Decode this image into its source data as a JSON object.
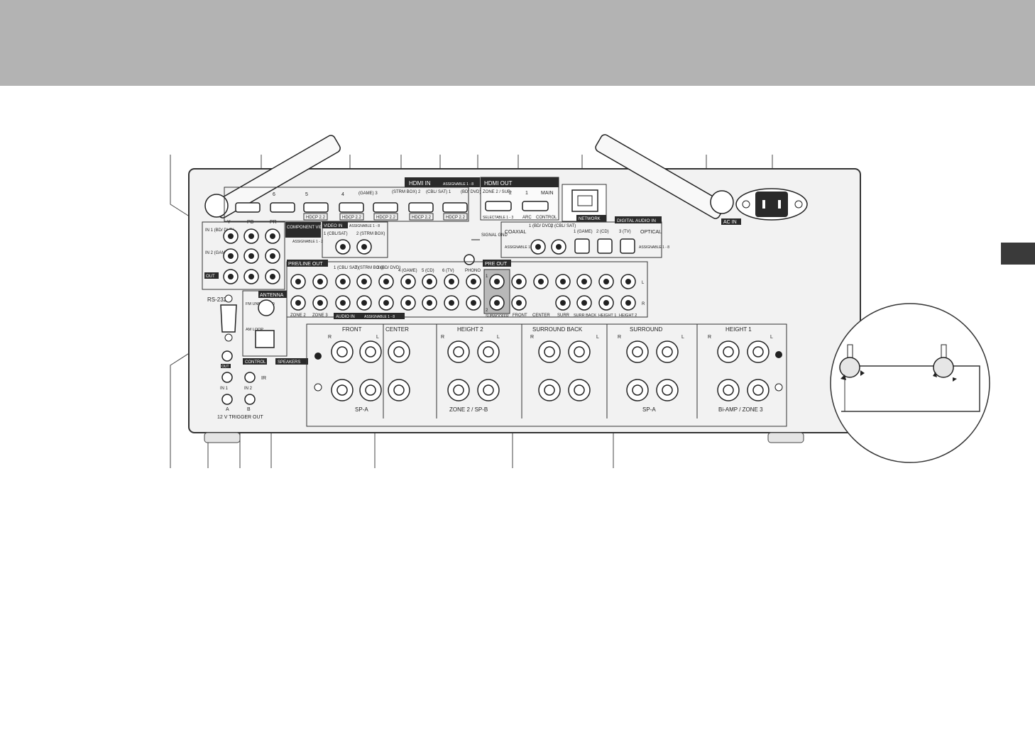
{
  "colors": {
    "header": "#b3b3b3",
    "panel": "#f2f2f2",
    "panel_stroke": "#333333",
    "dark": "#2a2a2a",
    "tab": "#3a3a3a"
  },
  "hdmi_in": {
    "title": "HDMI IN",
    "assign": "ASSIGNABLE 1 - 8",
    "ports": [
      "6",
      "5",
      "4",
      "(GAME) 3",
      "(STRM BOX) 2",
      "(CBL/ SAT) 1",
      "(BD/ DVD)"
    ],
    "hdcp": "HDCP 2.2"
  },
  "hdmi_out": {
    "title": "HDMI OUT",
    "zone": "ZONE 2 / SUB",
    "p2": "2",
    "p1": "1",
    "main": "MAIN",
    "selectable": "SELECTABLE 1 - 3",
    "arc": "ARC",
    "control": "CONTROL"
  },
  "network": "NETWORK",
  "ac_in": "AC IN",
  "component_video": {
    "title": "COMPONENT VIDEO",
    "assign": "ASSIGNABLE 1 - 2",
    "cols": [
      "Y",
      "PB",
      "PR"
    ],
    "in1": "IN 1 (BD/ DVD)",
    "in2": "IN 2 (GAME)",
    "out": "OUT"
  },
  "video_in": {
    "title": "VIDEO IN",
    "assign": "ASSIGNABLE 1 - 8",
    "p1": "1 (CBL/SAT)",
    "p2": "2 (STRM BOX)"
  },
  "signal_gnd": "SIGNAL GND",
  "digital_audio": {
    "title": "DIGITAL AUDIO IN",
    "coaxial": "COAXIAL",
    "optical": "OPTICAL",
    "assign1": "ASSIGNABLE 1 - 8",
    "assign2": "ASSIGNABLE 1 - 8",
    "labels": [
      "1 (BD/ DVD)",
      "2 (CBL/ SAT)",
      "1 (GAME)",
      "2 (CD)",
      "3 (TV)"
    ]
  },
  "pre_line_out": {
    "title": "PRE/LINE OUT",
    "zone2": "ZONE 2",
    "zone3": "ZONE 3"
  },
  "audio_in": {
    "title": "AUDIO IN",
    "assign": "ASSIGNABLE 1 - 8",
    "labels": [
      "1 (CBL/ SAT)",
      "2 (STRM BOX)",
      "3 (BD/ DVD)",
      "4 (GAME)",
      "5 (CD)",
      "6 (TV)",
      "PHONO"
    ]
  },
  "pre_out": {
    "title": "PRE OUT",
    "labels": [
      "SUBWOOFER",
      "FRONT",
      "CENTER",
      "SURR",
      "SURR BACK",
      "HEIGHT 1",
      "HEIGHT 2"
    ],
    "l": "L",
    "r": "R",
    "s1": "1",
    "s2": "2"
  },
  "rs232c": "RS-232C",
  "antenna": {
    "title": "ANTENNA",
    "fm": "FM UNBAL 75 Ω",
    "am": "AM LOOP"
  },
  "control": {
    "title": "CONTROL",
    "out": "OUT",
    "ir": "IR",
    "in1": "IN 1",
    "in2": "IN 2"
  },
  "trigger": {
    "a": "A",
    "b": "B",
    "title": "12 V TRIGGER OUT"
  },
  "speakers": {
    "title": "SPEAKERS",
    "groups": [
      "FRONT",
      "CENTER",
      "HEIGHT 2",
      "SURROUND BACK",
      "SURROUND",
      "HEIGHT 1"
    ],
    "bottom": [
      "SP-A",
      "ZONE 2 / SP-B",
      "SP-A",
      "Bi-AMP / ZONE 3"
    ],
    "r": "R",
    "l": "L"
  }
}
